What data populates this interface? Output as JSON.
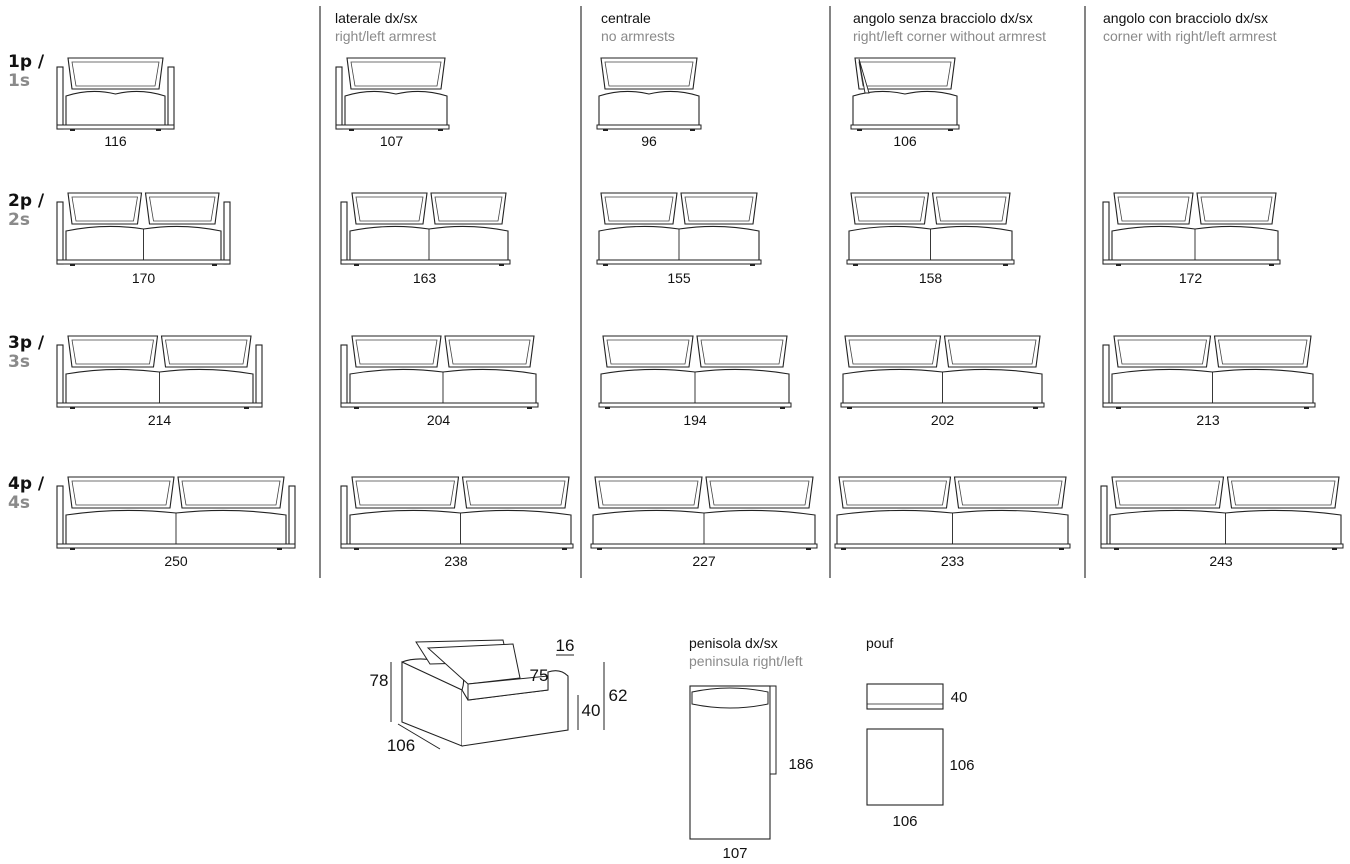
{
  "columns": [
    {
      "it": "",
      "en": ""
    },
    {
      "it": "laterale dx/sx",
      "en": "right/left armrest"
    },
    {
      "it": "centrale",
      "en": "no armrests"
    },
    {
      "it": "angolo senza bracciolo dx/sx",
      "en": "right/left corner without armrest"
    },
    {
      "it": "angolo con bracciolo dx/sx",
      "en": "corner with right/left armrest"
    }
  ],
  "rows": [
    {
      "it": "1p /",
      "en": "1s"
    },
    {
      "it": "2p /",
      "en": "2s"
    },
    {
      "it": "3p /",
      "en": "3s"
    },
    {
      "it": "4p /",
      "en": "4s"
    }
  ],
  "widths": [
    [
      "116",
      "107",
      "96",
      "106",
      ""
    ],
    [
      "170",
      "163",
      "155",
      "158",
      "172"
    ],
    [
      "214",
      "204",
      "194",
      "202",
      "213"
    ],
    [
      "250",
      "238",
      "227",
      "233",
      "243"
    ]
  ],
  "armchair": {
    "height": "78",
    "depth": "106",
    "seat_depth": "75",
    "cushion": "16",
    "seat_height": "40",
    "arm_height": "62"
  },
  "penisola": {
    "it": "penisola dx/sx",
    "en": "peninsula right/left",
    "length": "186",
    "width": "107"
  },
  "pouf": {
    "it": "pouf",
    "height": "40",
    "depth": "106",
    "width": "106"
  }
}
